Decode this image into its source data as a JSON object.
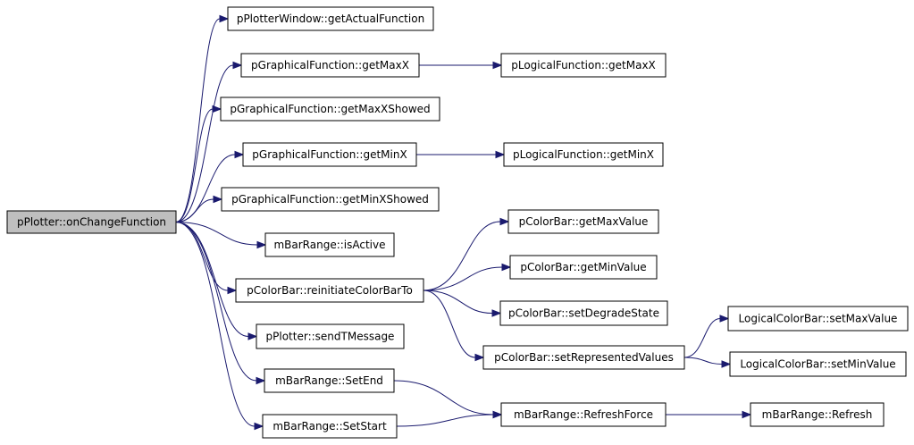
{
  "diagram": {
    "nodes": [
      {
        "id": "n0",
        "label": "pPlotter::onChangeFunction"
      },
      {
        "id": "n1",
        "label": "pPlotterWindow::getActualFunction"
      },
      {
        "id": "n2",
        "label": "pGraphicalFunction::getMaxX"
      },
      {
        "id": "n3",
        "label": "pLogicalFunction::getMaxX"
      },
      {
        "id": "n4",
        "label": "pGraphicalFunction::getMaxXShowed"
      },
      {
        "id": "n5",
        "label": "pGraphicalFunction::getMinX"
      },
      {
        "id": "n6",
        "label": "pLogicalFunction::getMinX"
      },
      {
        "id": "n7",
        "label": "pGraphicalFunction::getMinXShowed"
      },
      {
        "id": "n8",
        "label": "mBarRange::isActive"
      },
      {
        "id": "n9",
        "label": "pColorBar::getMaxValue"
      },
      {
        "id": "n10",
        "label": "pColorBar::reinitiateColorBarTo"
      },
      {
        "id": "n11",
        "label": "pColorBar::getMinValue"
      },
      {
        "id": "n12",
        "label": "pColorBar::setDegradeState"
      },
      {
        "id": "n13",
        "label": "pPlotter::sendTMessage"
      },
      {
        "id": "n14",
        "label": "LogicalColorBar::setMaxValue"
      },
      {
        "id": "n15",
        "label": "pColorBar::setRepresentedValues"
      },
      {
        "id": "n16",
        "label": "LogicalColorBar::setMinValue"
      },
      {
        "id": "n17",
        "label": "mBarRange::SetEnd"
      },
      {
        "id": "n18",
        "label": "mBarRange::RefreshForce"
      },
      {
        "id": "n19",
        "label": "mBarRange::Refresh"
      },
      {
        "id": "n20",
        "label": "mBarRange::SetStart"
      }
    ],
    "edges": [
      {
        "from": "n0",
        "to": "n1"
      },
      {
        "from": "n0",
        "to": "n2"
      },
      {
        "from": "n0",
        "to": "n4"
      },
      {
        "from": "n0",
        "to": "n5"
      },
      {
        "from": "n0",
        "to": "n7"
      },
      {
        "from": "n0",
        "to": "n8"
      },
      {
        "from": "n0",
        "to": "n10"
      },
      {
        "from": "n0",
        "to": "n13"
      },
      {
        "from": "n0",
        "to": "n17"
      },
      {
        "from": "n0",
        "to": "n20"
      },
      {
        "from": "n2",
        "to": "n3"
      },
      {
        "from": "n5",
        "to": "n6"
      },
      {
        "from": "n10",
        "to": "n9"
      },
      {
        "from": "n10",
        "to": "n11"
      },
      {
        "from": "n10",
        "to": "n12"
      },
      {
        "from": "n10",
        "to": "n15"
      },
      {
        "from": "n15",
        "to": "n14"
      },
      {
        "from": "n15",
        "to": "n16"
      },
      {
        "from": "n17",
        "to": "n18"
      },
      {
        "from": "n20",
        "to": "n18"
      },
      {
        "from": "n18",
        "to": "n19"
      }
    ]
  }
}
